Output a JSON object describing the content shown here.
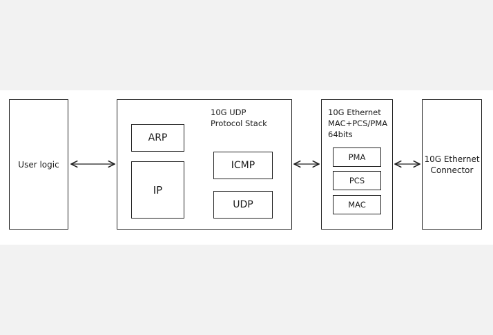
{
  "diagram": {
    "user_logic": {
      "label": "User logic"
    },
    "udp_stack": {
      "title_line1": "10G UDP",
      "title_line2": "Protocol Stack",
      "arp": "ARP",
      "ip": "IP",
      "icmp": "ICMP",
      "udp": "UDP"
    },
    "mac_block": {
      "title_line1": "10G Ethernet",
      "title_line2": "MAC+PCS/PMA",
      "title_line3": "64bits",
      "pma": "PMA",
      "pcs": "PCS",
      "mac": "MAC"
    },
    "connector": {
      "label_line1": "10G Ethernet",
      "label_line2": "Connector"
    }
  },
  "colors": {
    "line": "#1f1f1f",
    "background": "#f2f2f2",
    "panel": "#ffffff"
  }
}
